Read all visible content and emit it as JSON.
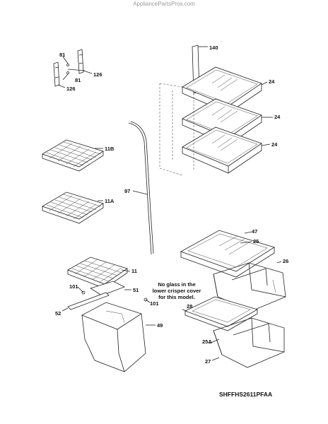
{
  "header": {
    "watermark": "AppliancePartsPros.com"
  },
  "footer": {
    "model_code": "SHFFHS2611PFAA"
  },
  "note": {
    "text": "No glass in the lower crisper cover for this model."
  },
  "callouts": {
    "c140": "140",
    "c24a": "24",
    "c24b": "24",
    "c24c": "24",
    "c81a": "81",
    "c81b": "81",
    "c126a": "126",
    "c126b": "126",
    "c11B": "11B",
    "c11A": "11A",
    "c97": "97",
    "c47": "47",
    "c25": "25",
    "c26": "26",
    "c11": "11",
    "c101a": "101",
    "c101b": "101",
    "c51": "51",
    "c52": "52",
    "c49": "49",
    "c28": "28",
    "c25A": "25A",
    "c27": "27"
  }
}
